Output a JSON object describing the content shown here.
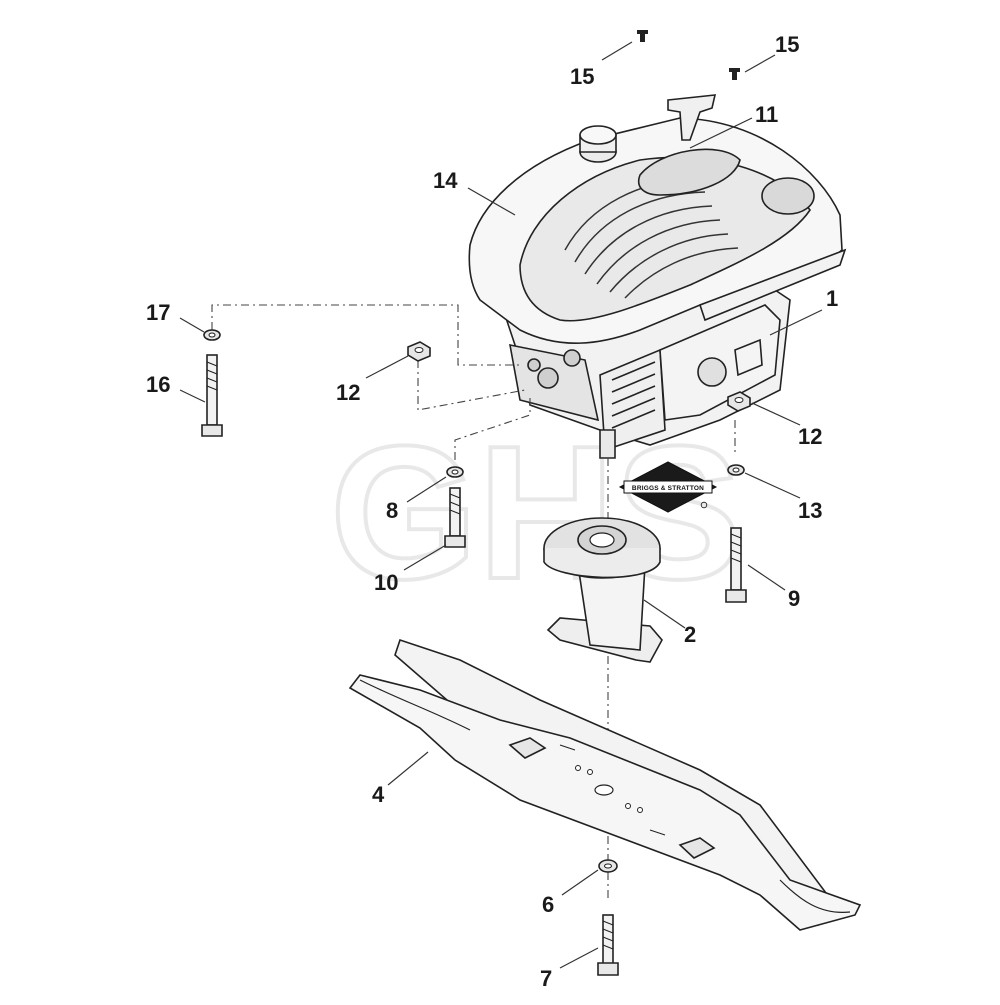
{
  "watermark": "GHS",
  "engine_badge": "BRIGGS & STRATTON",
  "callouts": {
    "c1": "1",
    "c2": "2",
    "c4": "4",
    "c6": "6",
    "c7": "7",
    "c8": "8",
    "c9": "9",
    "c10": "10",
    "c11": "11",
    "c12a": "12",
    "c12b": "12",
    "c13": "13",
    "c14": "14",
    "c15a": "15",
    "c15b": "15",
    "c16": "16",
    "c17": "17"
  }
}
